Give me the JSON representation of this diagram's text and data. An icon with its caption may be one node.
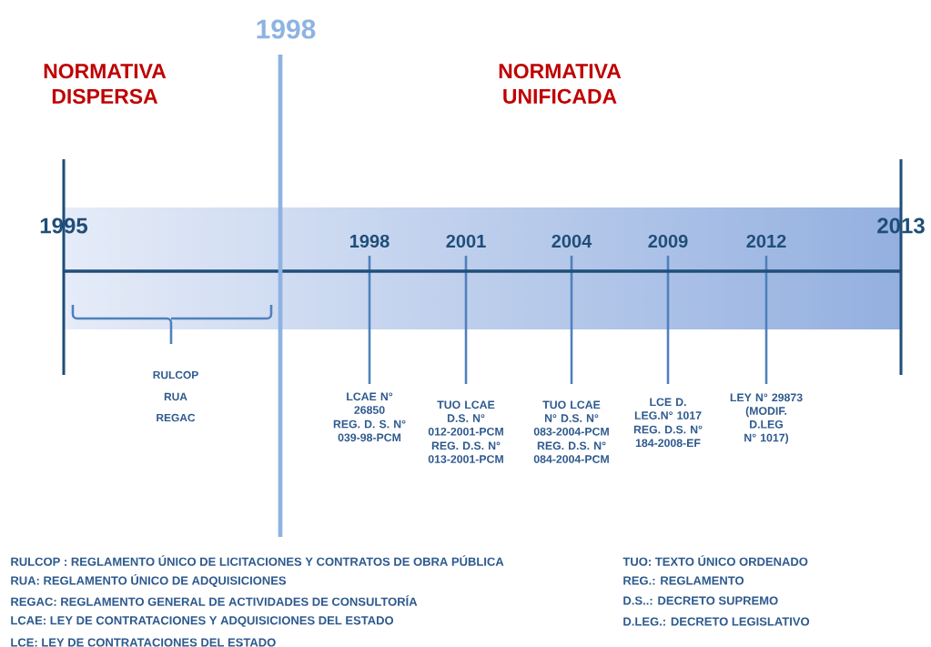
{
  "diagram": {
    "labels": [
      "1998",
      "NORMATIVA DISPERSA",
      "NORMATIVA UNIFICADA",
      "1995",
      "2013",
      "1998",
      "2001",
      "2004",
      "2009",
      "2012",
      "RULCOP",
      "RUA",
      "REGAC",
      "LCAE N° 26850",
      "REG. D. S. N° 039-98-PCM",
      "TUO LCAE D.S. N° 012-2001-PCM",
      "REG. D.S. N° 013-2001-PCM",
      "TUO LCAE N° D.S. N° 083-2004-PCM",
      "REG. D.S. N° 084-2004-PCM",
      "LCE D. LEG.N° 1017",
      "REG. D.S. N° 184-2008-EF",
      "LEY N° 29873 (MODIF. D.LEG N° 1017)",
      "RULCOP :  REGLAMENTO  ÚNICO DE  LICITACIONES Y CONTRATOS DE OBRA PÚBLICA",
      "TUO:  TEXTO ÚNICO ORDENADO",
      "RUA: REGLAMENTO  ÚNICO DE ADQUISICIONES",
      "REG.: REGLAMENTO",
      "REGAC:  REGLAMENTO GENERAL DE  ACTIVIDADES DE CONSULTORÍA",
      "D.S..: DECRETO SUPREMO",
      "LCAE:  LEY DE CONTRATACIONES Y ADQUISICIONES DEL ESTADO",
      "D.LEG.: DECRETO LEGISLATIVO",
      "LCE: LEY DE CONTRATACIONES DEL ESTADO"
    ]
  }
}
